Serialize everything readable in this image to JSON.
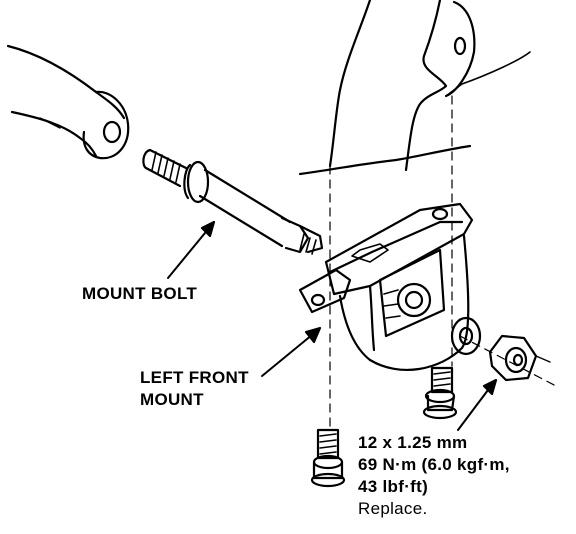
{
  "labels": {
    "mount_bolt": "MOUNT BOLT",
    "left_front_mount_line1": "LEFT FRONT",
    "left_front_mount_line2": "MOUNT"
  },
  "spec": {
    "line1": "12 x 1.25 mm",
    "line2": "69 N·m (6.0 kgf·m,",
    "line3": "43 lbf·ft)",
    "line4": "Replace."
  },
  "colors": {
    "ink": "#000000",
    "paper": "#ffffff"
  }
}
